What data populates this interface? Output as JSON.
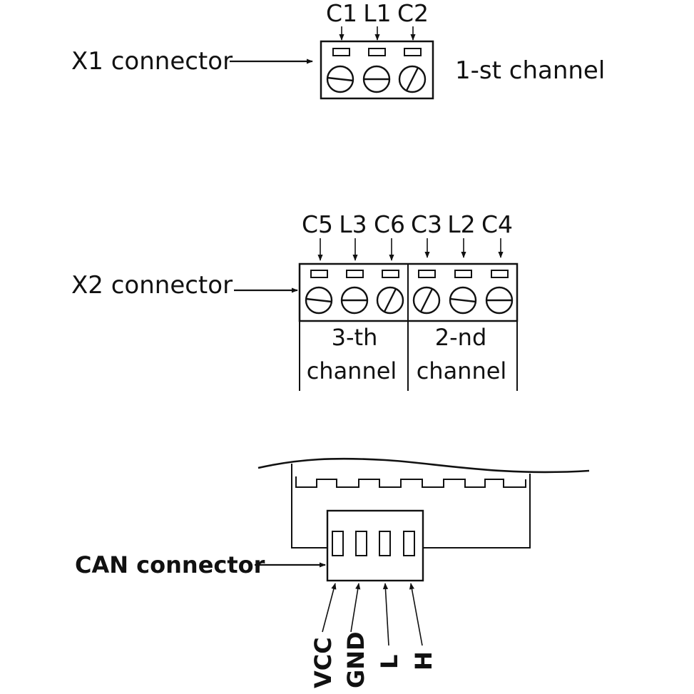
{
  "x1": {
    "label": "X1 connector",
    "pins": [
      "C1",
      "L1",
      "C2"
    ],
    "channel_label": "1-st channel"
  },
  "x2": {
    "label": "X2 connector",
    "pins": [
      "C5",
      "L3",
      "C6",
      "C3",
      "L2",
      "C4"
    ],
    "channels": [
      {
        "line1": "3-th",
        "line2": "channel"
      },
      {
        "line1": "2-nd",
        "line2": "channel"
      }
    ]
  },
  "can": {
    "label": "CAN connector",
    "pins": [
      "VCC",
      "GND",
      "L",
      "H"
    ]
  },
  "colors": {
    "ink": "#111111",
    "background": "#ffffff"
  }
}
